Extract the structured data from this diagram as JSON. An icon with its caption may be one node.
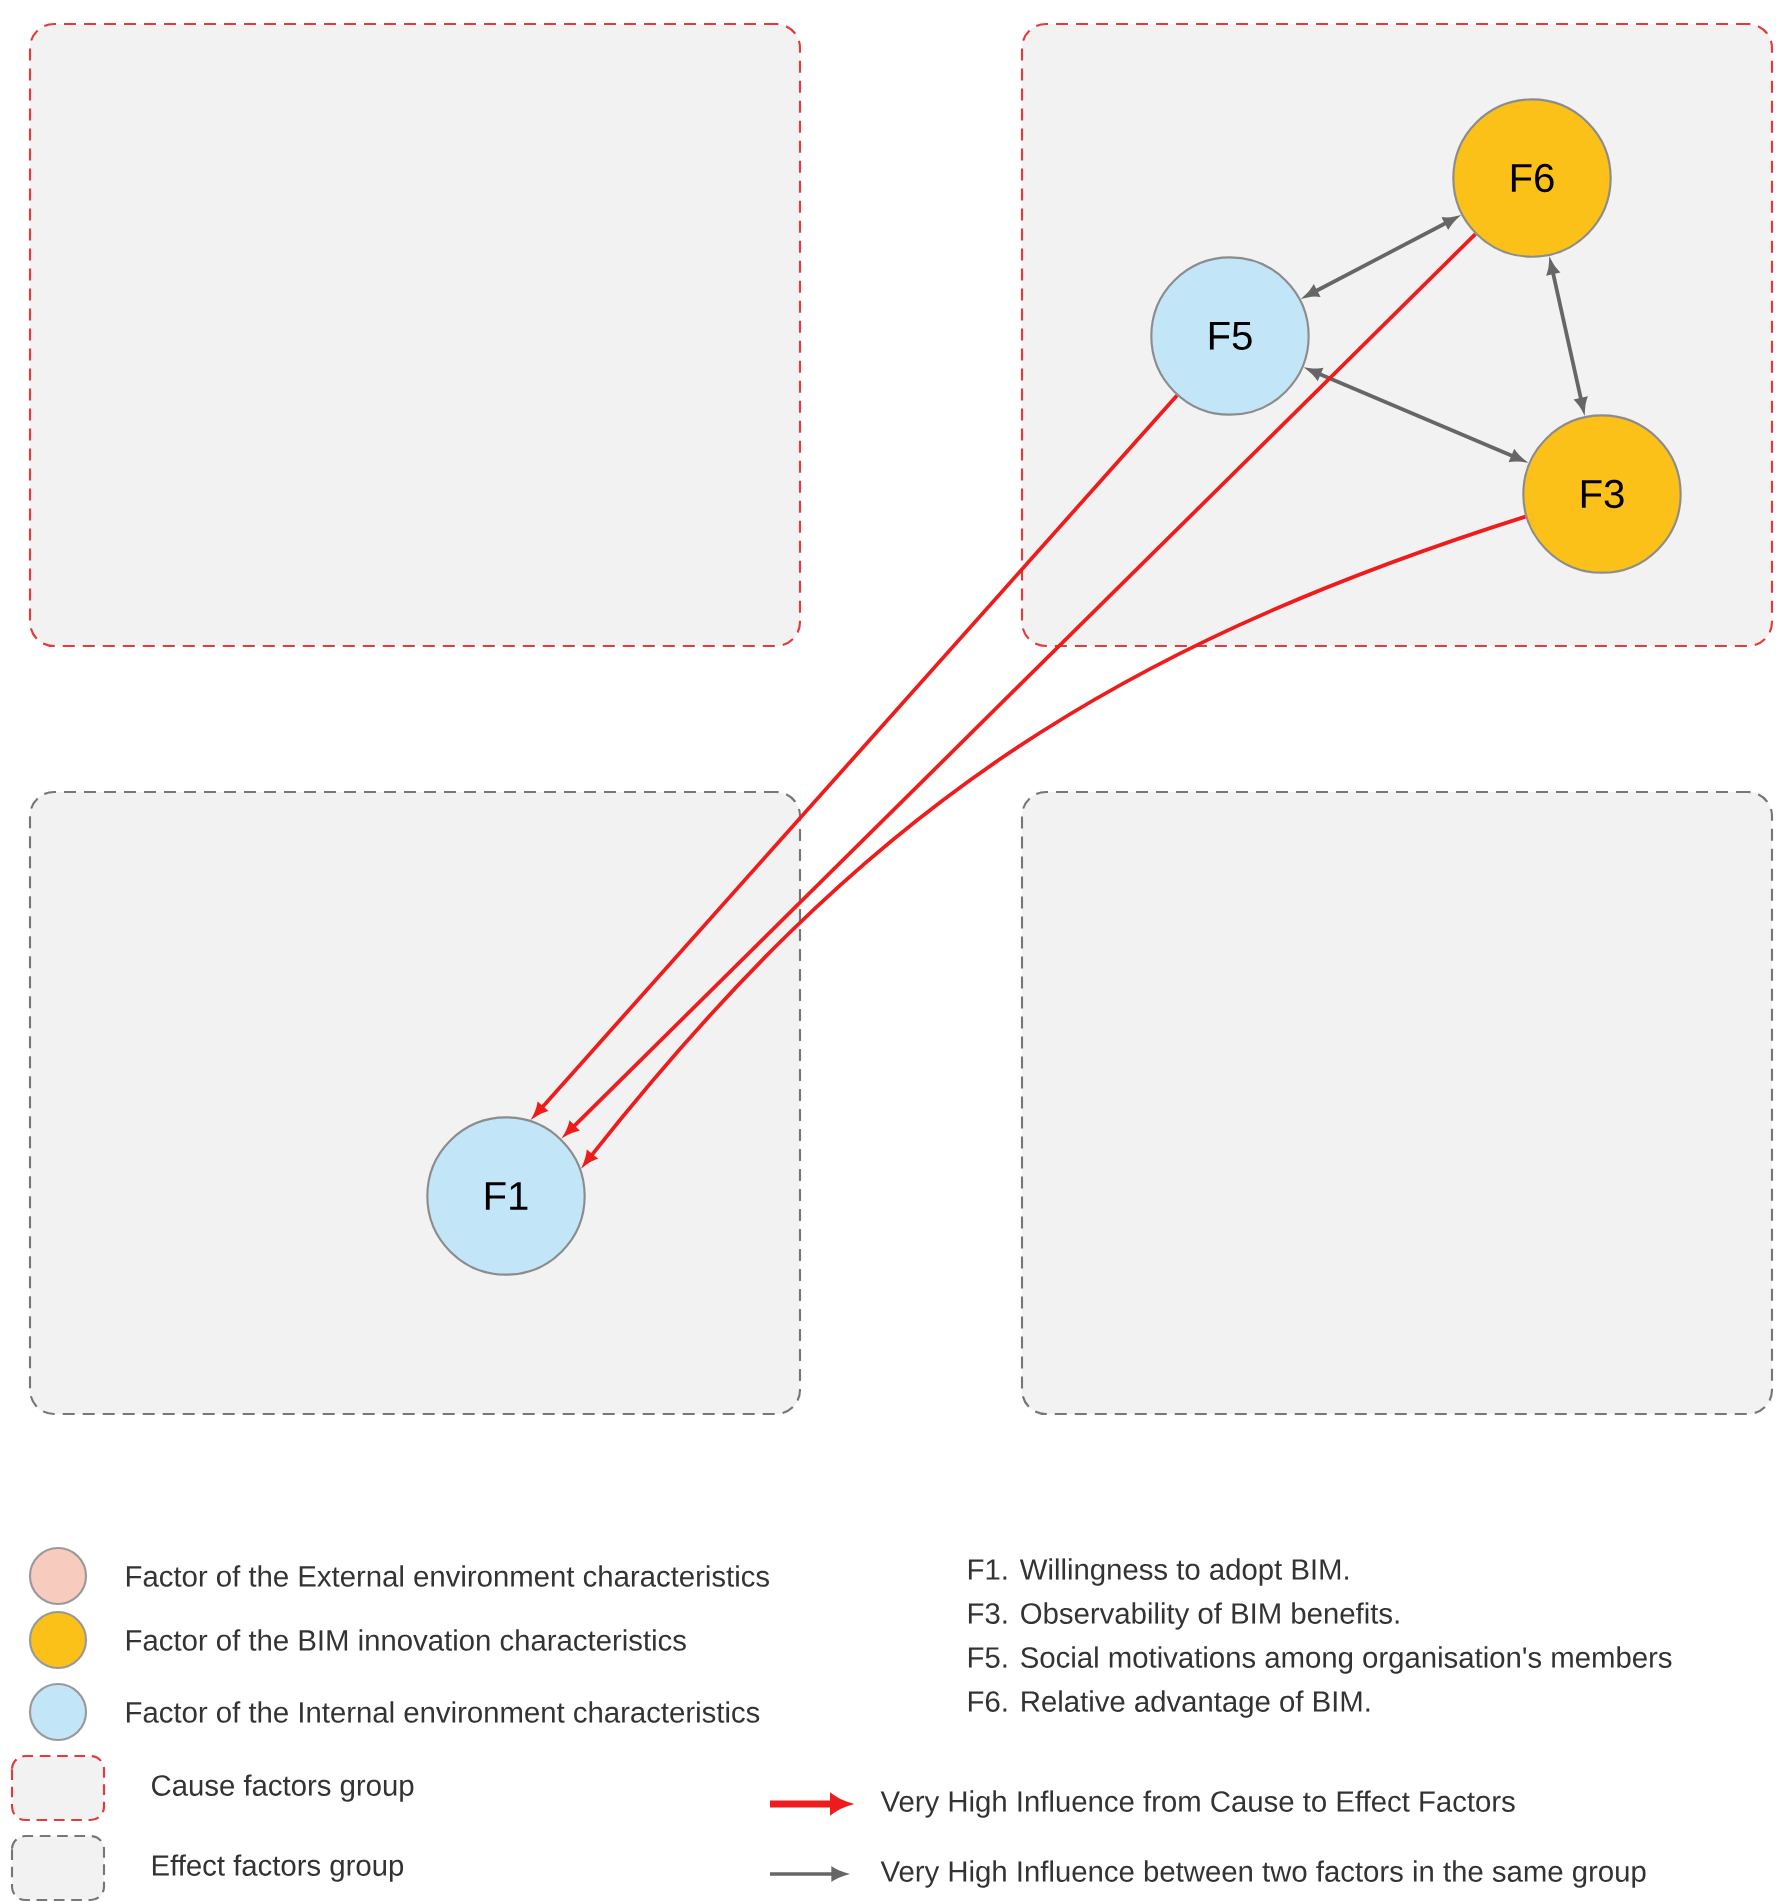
{
  "diagram": {
    "nodes": [
      {
        "text": [],
        "shape": "box"
      },
      {
        "text": [],
        "shape": "box"
      },
      {
        "text": [],
        "shape": "box"
      },
      {
        "text": [],
        "shape": "box"
      },
      {
        "text": [
          "F6"
        ],
        "in": 1
      },
      {
        "text": [
          "F5"
        ],
        "in": 1
      },
      {
        "text": [
          "F3"
        ],
        "in": 1
      },
      {
        "text": [
          "F1"
        ],
        "in": 2
      }
    ],
    "edges": [
      {
        "from": 5,
        "to": 4,
        "arrow": "both",
        "color": "#666666"
      },
      {
        "from": 4,
        "to": 6,
        "arrow": "both",
        "color": "#666666"
      },
      {
        "from": 5,
        "to": 6,
        "arrow": "both",
        "color": "#666666"
      },
      {
        "from": 5,
        "to": 7,
        "arrow": "to",
        "color": "#ee1c1c"
      },
      {
        "from": 4,
        "to": 7,
        "arrow": "to",
        "color": "#ee1c1c"
      },
      {
        "from": 6,
        "to": 7,
        "arrow": "to",
        "color": "#ee1c1c"
      }
    ],
    "labels": [
      "F1. Willingness to adopt BIM.",
      "F3. Observability of BIM benefits.",
      "F5. Social motivations among organisation's members",
      "F6. Relative advantage of BIM."
    ],
    "legend": [
      {
        "text": "Factor of the External environment characteristics",
        "color": "#f8cbbf"
      },
      {
        "text": "Factor of the BIM innovation characteristics",
        "color": "#fcc118"
      },
      {
        "text": "Factor of the Internal environment characteristics",
        "color": "#c2e5f8"
      },
      {
        "text": "Cause factors group"
      },
      {
        "text": "Effect factors group"
      },
      {
        "text": "Very High Influence from Cause to Effect Factors"
      },
      {
        "text": "Very High Influence between two factors in the same group"
      }
    ]
  }
}
